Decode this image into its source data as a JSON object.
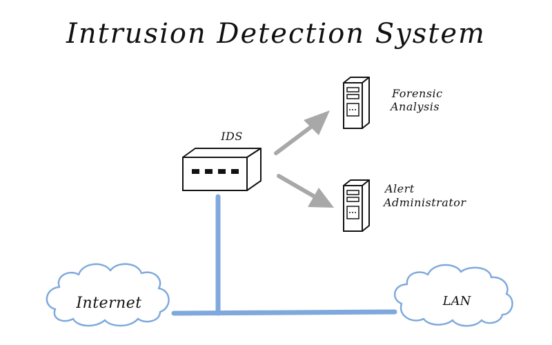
{
  "title": "Intrusion Detection System",
  "ids": {
    "label": "IDS"
  },
  "servers": [
    {
      "line1": "Forensic",
      "line2": "Analysis"
    },
    {
      "line1": "Alert",
      "line2": "Administrator"
    }
  ],
  "clouds": {
    "internet": "Internet",
    "lan": "LAN"
  },
  "colors": {
    "network_line": "#7fa9dc",
    "cloud_outline": "#7fa9dc",
    "arrow": "#a8a8a8",
    "ink": "#111111"
  }
}
